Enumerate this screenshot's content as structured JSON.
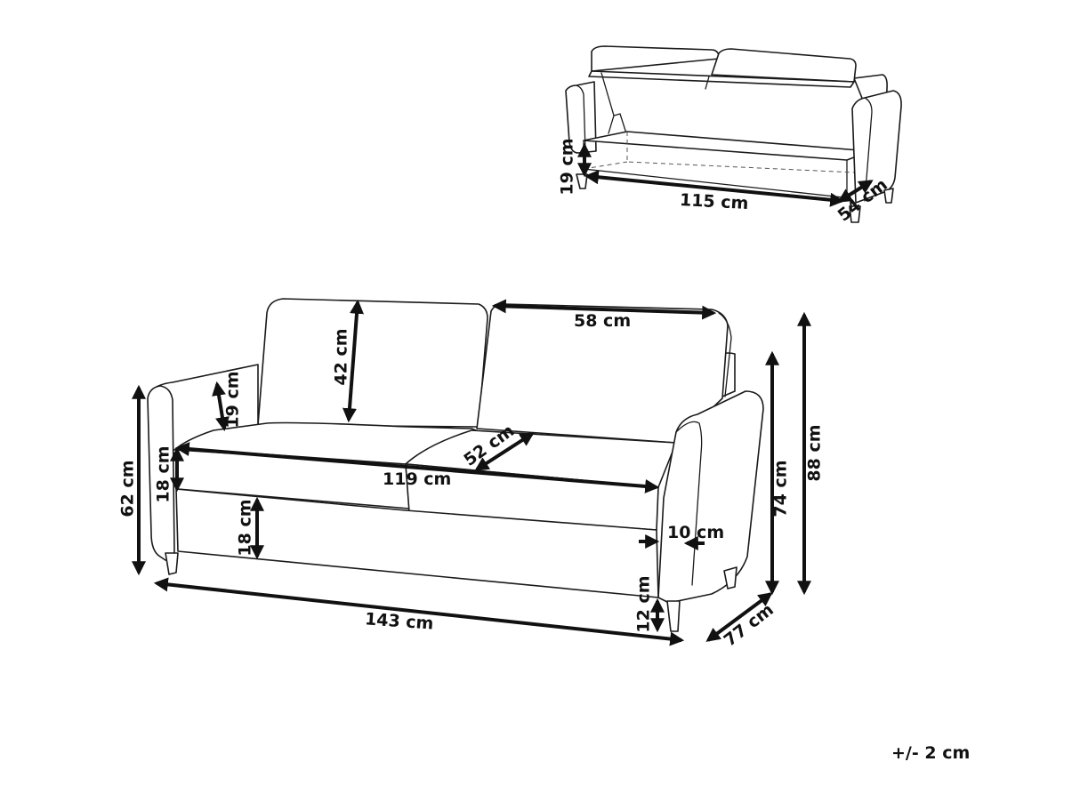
{
  "diagram": {
    "subject": "sofa",
    "views": [
      {
        "name": "storage-view",
        "description": "sofa with lifted seat showing storage compartment",
        "dimensions": {
          "storage_height": "19 cm",
          "storage_width": "115 cm",
          "storage_depth": "54 cm"
        }
      },
      {
        "name": "main-view",
        "description": "sofa front three-quarter view",
        "dimensions": {
          "backrest_height": "42 cm",
          "backrest_cushion_width": "58 cm",
          "armrest_height_above_seat": "19 cm",
          "seat_cushion_thickness": "18 cm",
          "seat_width": "119 cm",
          "seat_depth": "52 cm",
          "total_height_arm": "62 cm",
          "base_height": "18 cm",
          "armrest_width": "10 cm",
          "leg_height": "12 cm",
          "total_width": "143 cm",
          "total_depth": "77 cm",
          "height_74": "74 cm",
          "total_height": "88 cm"
        }
      }
    ],
    "tolerance": "+/- 2 cm"
  }
}
